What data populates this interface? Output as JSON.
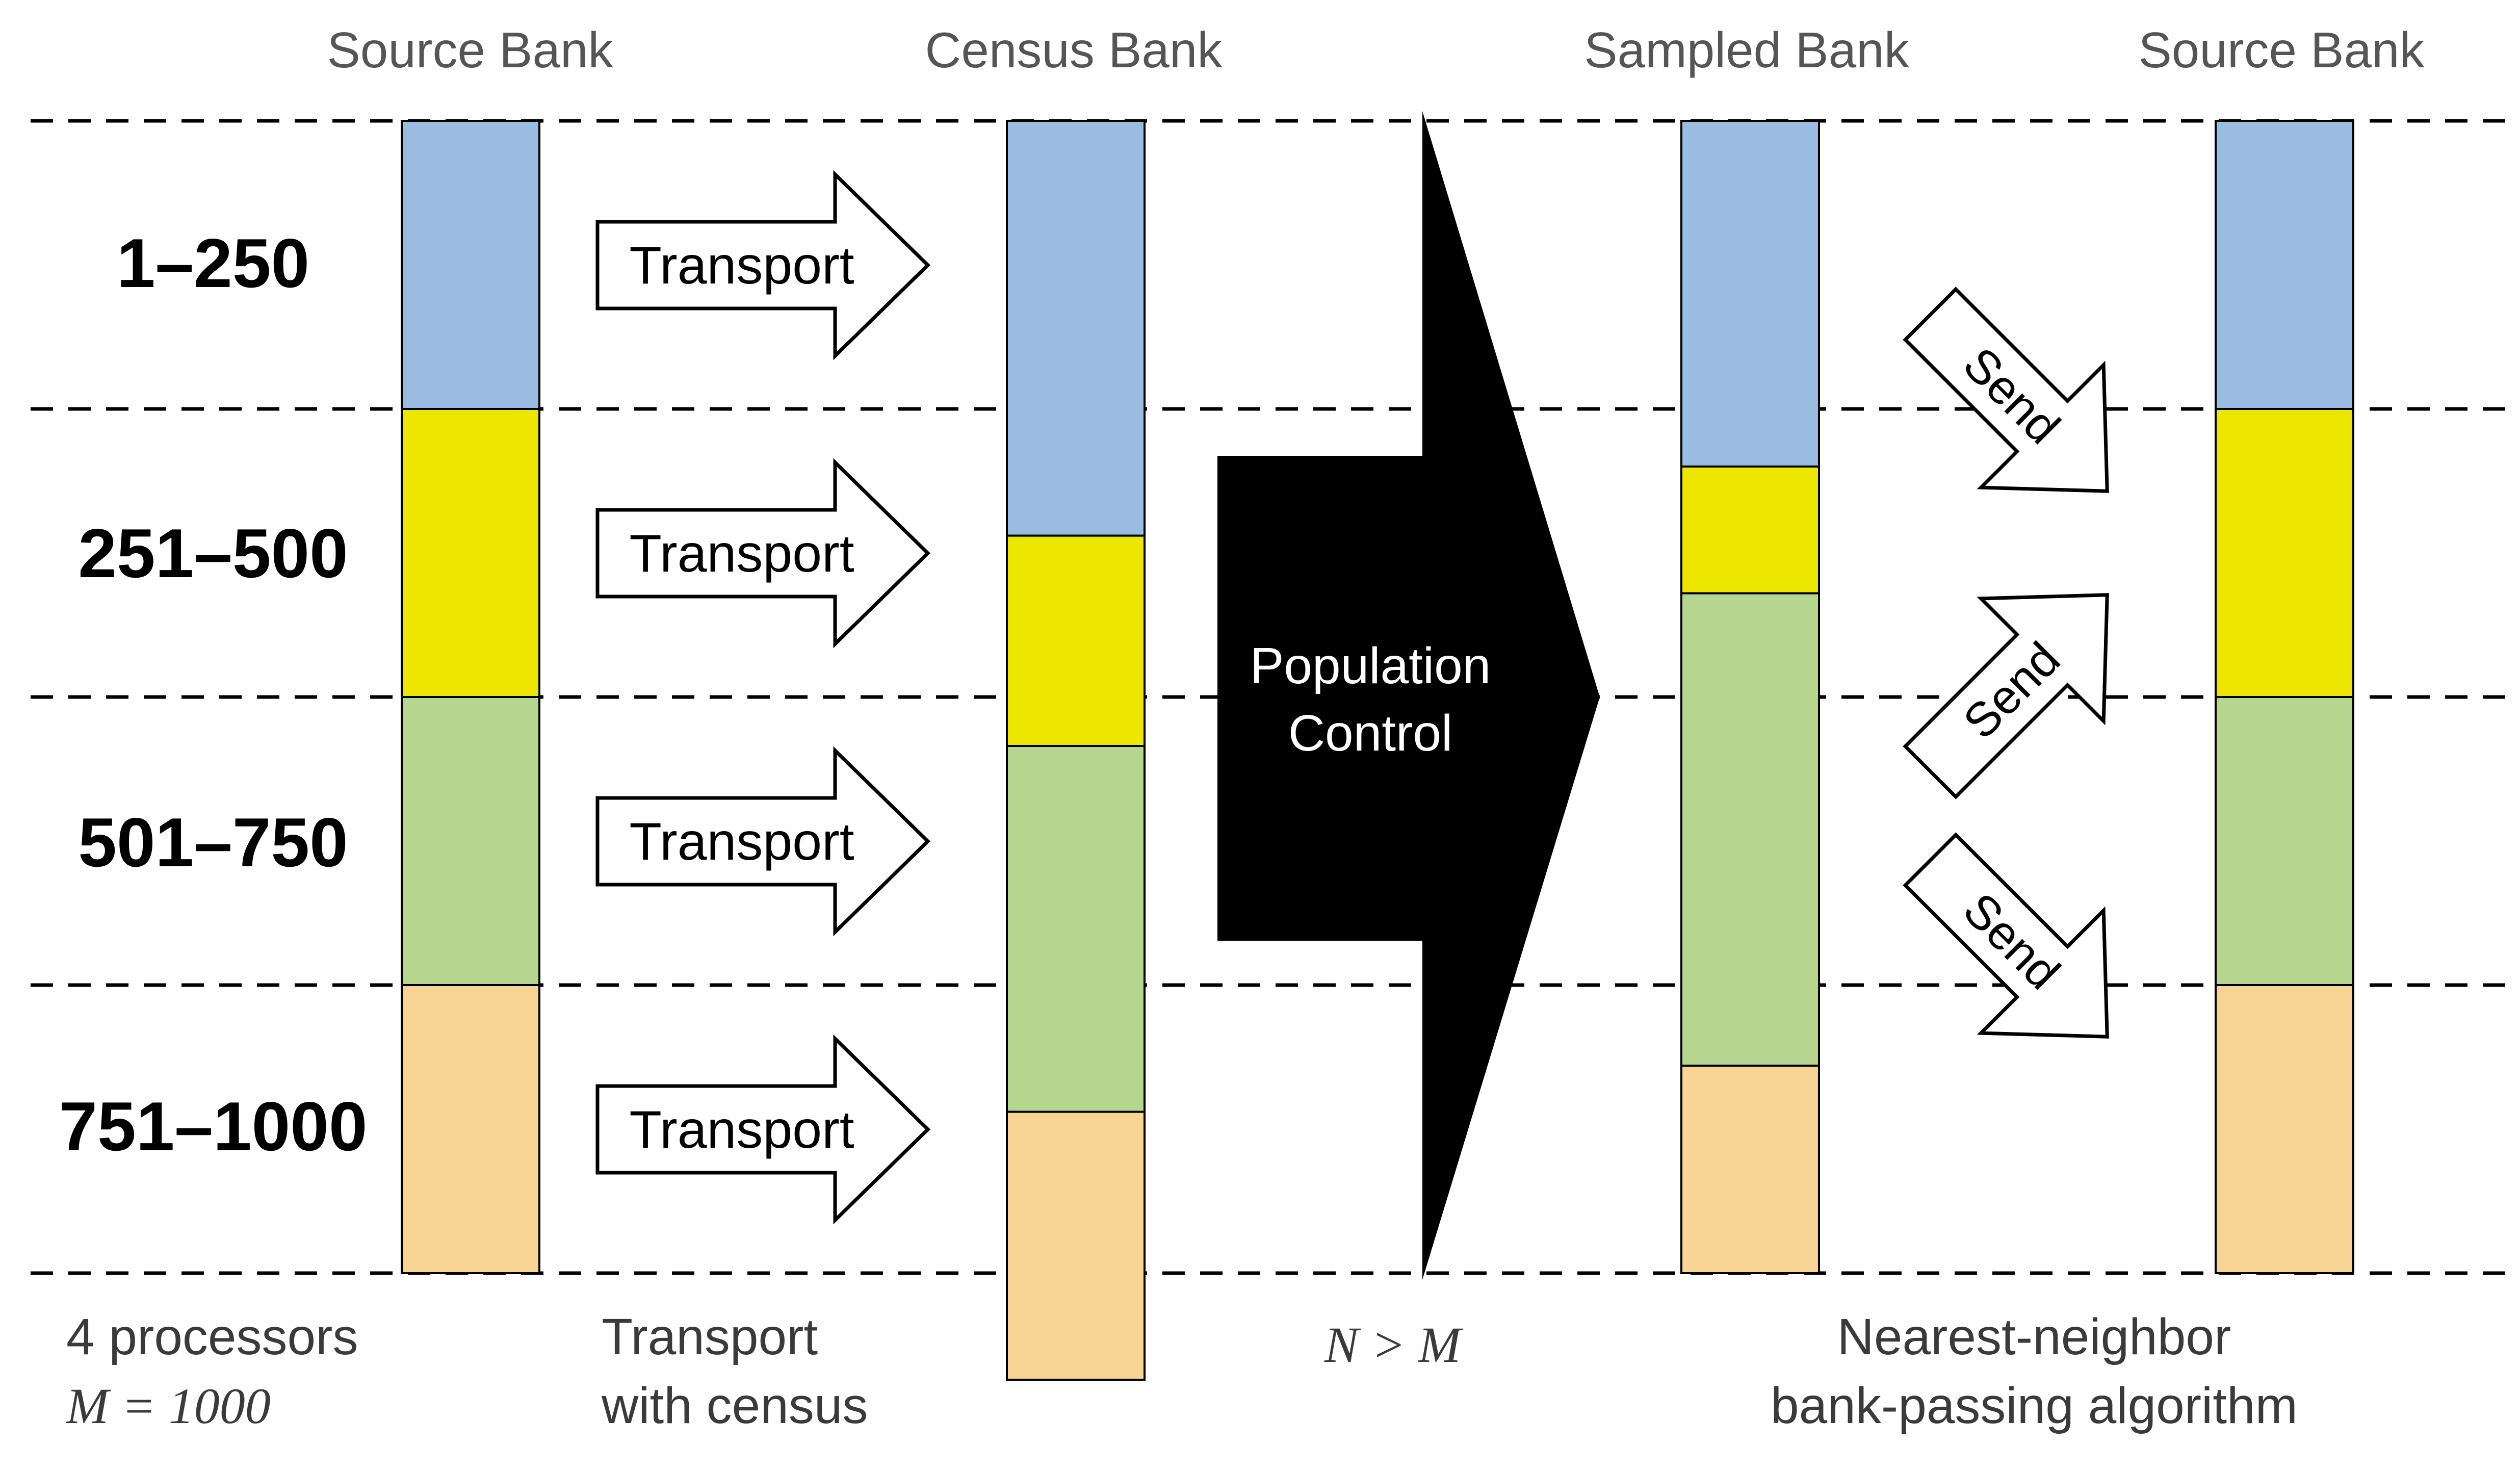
{
  "column_headers": [
    "Source Bank",
    "Census Bank",
    "Sampled Bank",
    "Source Bank"
  ],
  "row_labels": [
    "1–250",
    "251–500",
    "501–750",
    "751–1000"
  ],
  "transport_label": "Transport",
  "send_label": "Send",
  "population_control": [
    "Population",
    "Control"
  ],
  "footer": {
    "processors": "4 processors",
    "m_equation": "M = 1000",
    "transport_census": [
      "Transport",
      "with census"
    ],
    "inequality": "N > M",
    "algorithm": [
      "Nearest-neighbor",
      "bank-passing algorithm"
    ]
  },
  "colors": {
    "processor_1": "#99bce0",
    "processor_2": "#ede700",
    "processor_3": "#b6d690",
    "processor_4": "#f7d493"
  },
  "banks": {
    "source_initial": [
      1,
      1,
      1,
      1
    ],
    "census": [
      1.44,
      0.73,
      1.27,
      0.93
    ],
    "sampled": [
      1.2,
      0.44,
      1.64,
      0.72
    ],
    "source_final": [
      1,
      1,
      1,
      1
    ]
  }
}
